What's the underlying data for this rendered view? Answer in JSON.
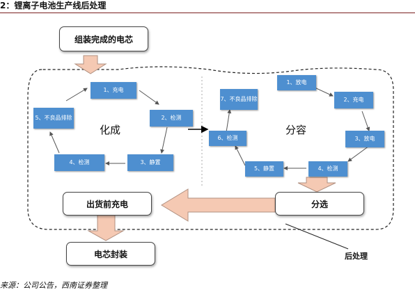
{
  "figure_title": "2：锂离子电池生产线后处理",
  "source_note": "来源：公司公告，西南证券整理",
  "nodes": {
    "assembled_cell": "组装完成的电芯",
    "pre_ship_charge": "出货前充电",
    "cell_packaging": "电芯封装",
    "sorting": "分选",
    "post_processing": "后处理"
  },
  "formation": {
    "label": "化成",
    "steps": [
      "1、充电",
      "2、检测",
      "3、静置",
      "4、检测",
      "5、不良品排除"
    ]
  },
  "grading": {
    "label": "分容",
    "steps": [
      "1、放电",
      "2、充电",
      "3、放电",
      "4、检测",
      "5、静置",
      "6、检测",
      "7、不良品排除"
    ]
  },
  "colors": {
    "step_fill": "#4e8fd0",
    "arrow_fill": "#f5c9b3",
    "arrow_stroke": "#b09080"
  }
}
